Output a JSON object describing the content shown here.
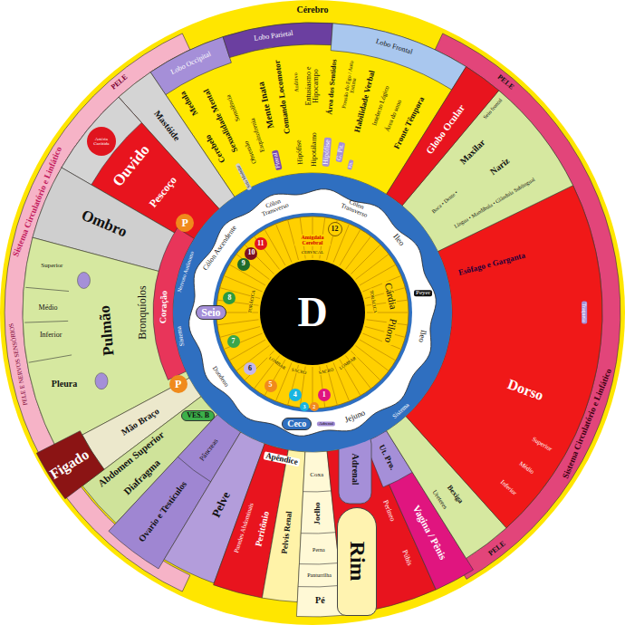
{
  "diagram": {
    "nodes": [
      {
        "text": [
          "D"
        ]
      },
      {
        "text": [
          "Seio"
        ]
      },
      {
        "text": [
          "Ceco"
        ]
      },
      {
        "text": [
          "P"
        ]
      },
      {
        "text": [
          "P"
        ]
      },
      {
        "text": [
          "Artéria Carótida"
        ]
      },
      {
        "text": [
          "VES. B"
        ]
      },
      {
        "text": [
          "Rim"
        ]
      },
      {
        "text": [
          "1"
        ]
      },
      {
        "text": [
          "2"
        ]
      },
      {
        "text": [
          "3"
        ]
      },
      {
        "text": [
          "4"
        ]
      },
      {
        "text": [
          "5"
        ]
      },
      {
        "text": [
          "6"
        ]
      },
      {
        "text": [
          "7"
        ]
      },
      {
        "text": [
          "8"
        ]
      },
      {
        "text": [
          "9"
        ]
      },
      {
        "text": [
          "10"
        ]
      },
      {
        "text": [
          "11"
        ]
      },
      {
        "text": [
          "12"
        ]
      }
    ],
    "labels": [
      "Cérebro",
      "Lobo Occipital",
      "Lobo Parietal",
      "Lobo Frontal",
      "PELE",
      "PELE",
      "PELE",
      "Sistema Circulatório e Linfático",
      "Sistema Circulatório e Linfático",
      "PELE E NERVOS SENSÓRIOS",
      "Mastóide",
      "Medula",
      "Cerebelo",
      "Sexualidade Mental",
      "Obsessão",
      "Sonolência",
      "Esquizofrenia",
      "Mente Inata",
      "Pineal",
      "Comando Locomotor",
      "Auditivo",
      "Hipófise",
      "Hipotálamo",
      "Entusiasmo e Hipocampo",
      "Seio Medular",
      "Hipófise",
      "Área dos Sentidos",
      "G. Pit.",
      "Pressão do Ego / Auto Estima",
      "Pit.",
      "Habilidade Verbal",
      "Intelecto Lógico",
      "Área do sono",
      "Fronte Têmpora",
      "Globo Ocular",
      "Seio frontal",
      "Maxilar",
      "Nariz",
      "Boca • Dente •",
      "Língua • Mandíbula • Glândula Sublingual",
      "Esôfago e Garganta",
      "Traqueia",
      "Dorso",
      "Superior",
      "Médio",
      "Inferior",
      "Bexiga",
      "Ureteres",
      "Vagina / Pênis",
      "Ut. Pro.",
      "Perineo",
      "Púbis",
      "Adrenal",
      "Coxa",
      "Joelho",
      "Perna",
      "Panturrilha",
      "Pé",
      "Pelvis Renal",
      "Peritônio",
      "Paredes Abdominais",
      "Pelve",
      "Pâncreas",
      "Ovario e Testículos",
      "Diafragma",
      "Abdomen Superior",
      "Figado",
      "Mão Braço",
      "Superior",
      "Médio",
      "Inferior",
      "Pulmão",
      "Pleura",
      "Bronquíolos",
      "Coração",
      "Ombro",
      "Pescoço",
      "Ouvido",
      "Cólon Ascendente",
      "Cólon Transverso",
      "Cólon Transverso",
      "Ileo",
      "Peyer",
      "Ileo",
      "Jejuno",
      "Apêndice",
      "Adrenal",
      "Duodeno",
      "Sistema",
      "Nervoso Autônomo",
      "Sistema",
      "Amígdala Cerebral",
      "CERVICAL",
      "TORÁCICA",
      "TORÁCICA",
      "LOMBAR",
      "LOMBAR",
      "SACRO",
      "SACRO",
      "Cárdia",
      "Piloro"
    ]
  }
}
